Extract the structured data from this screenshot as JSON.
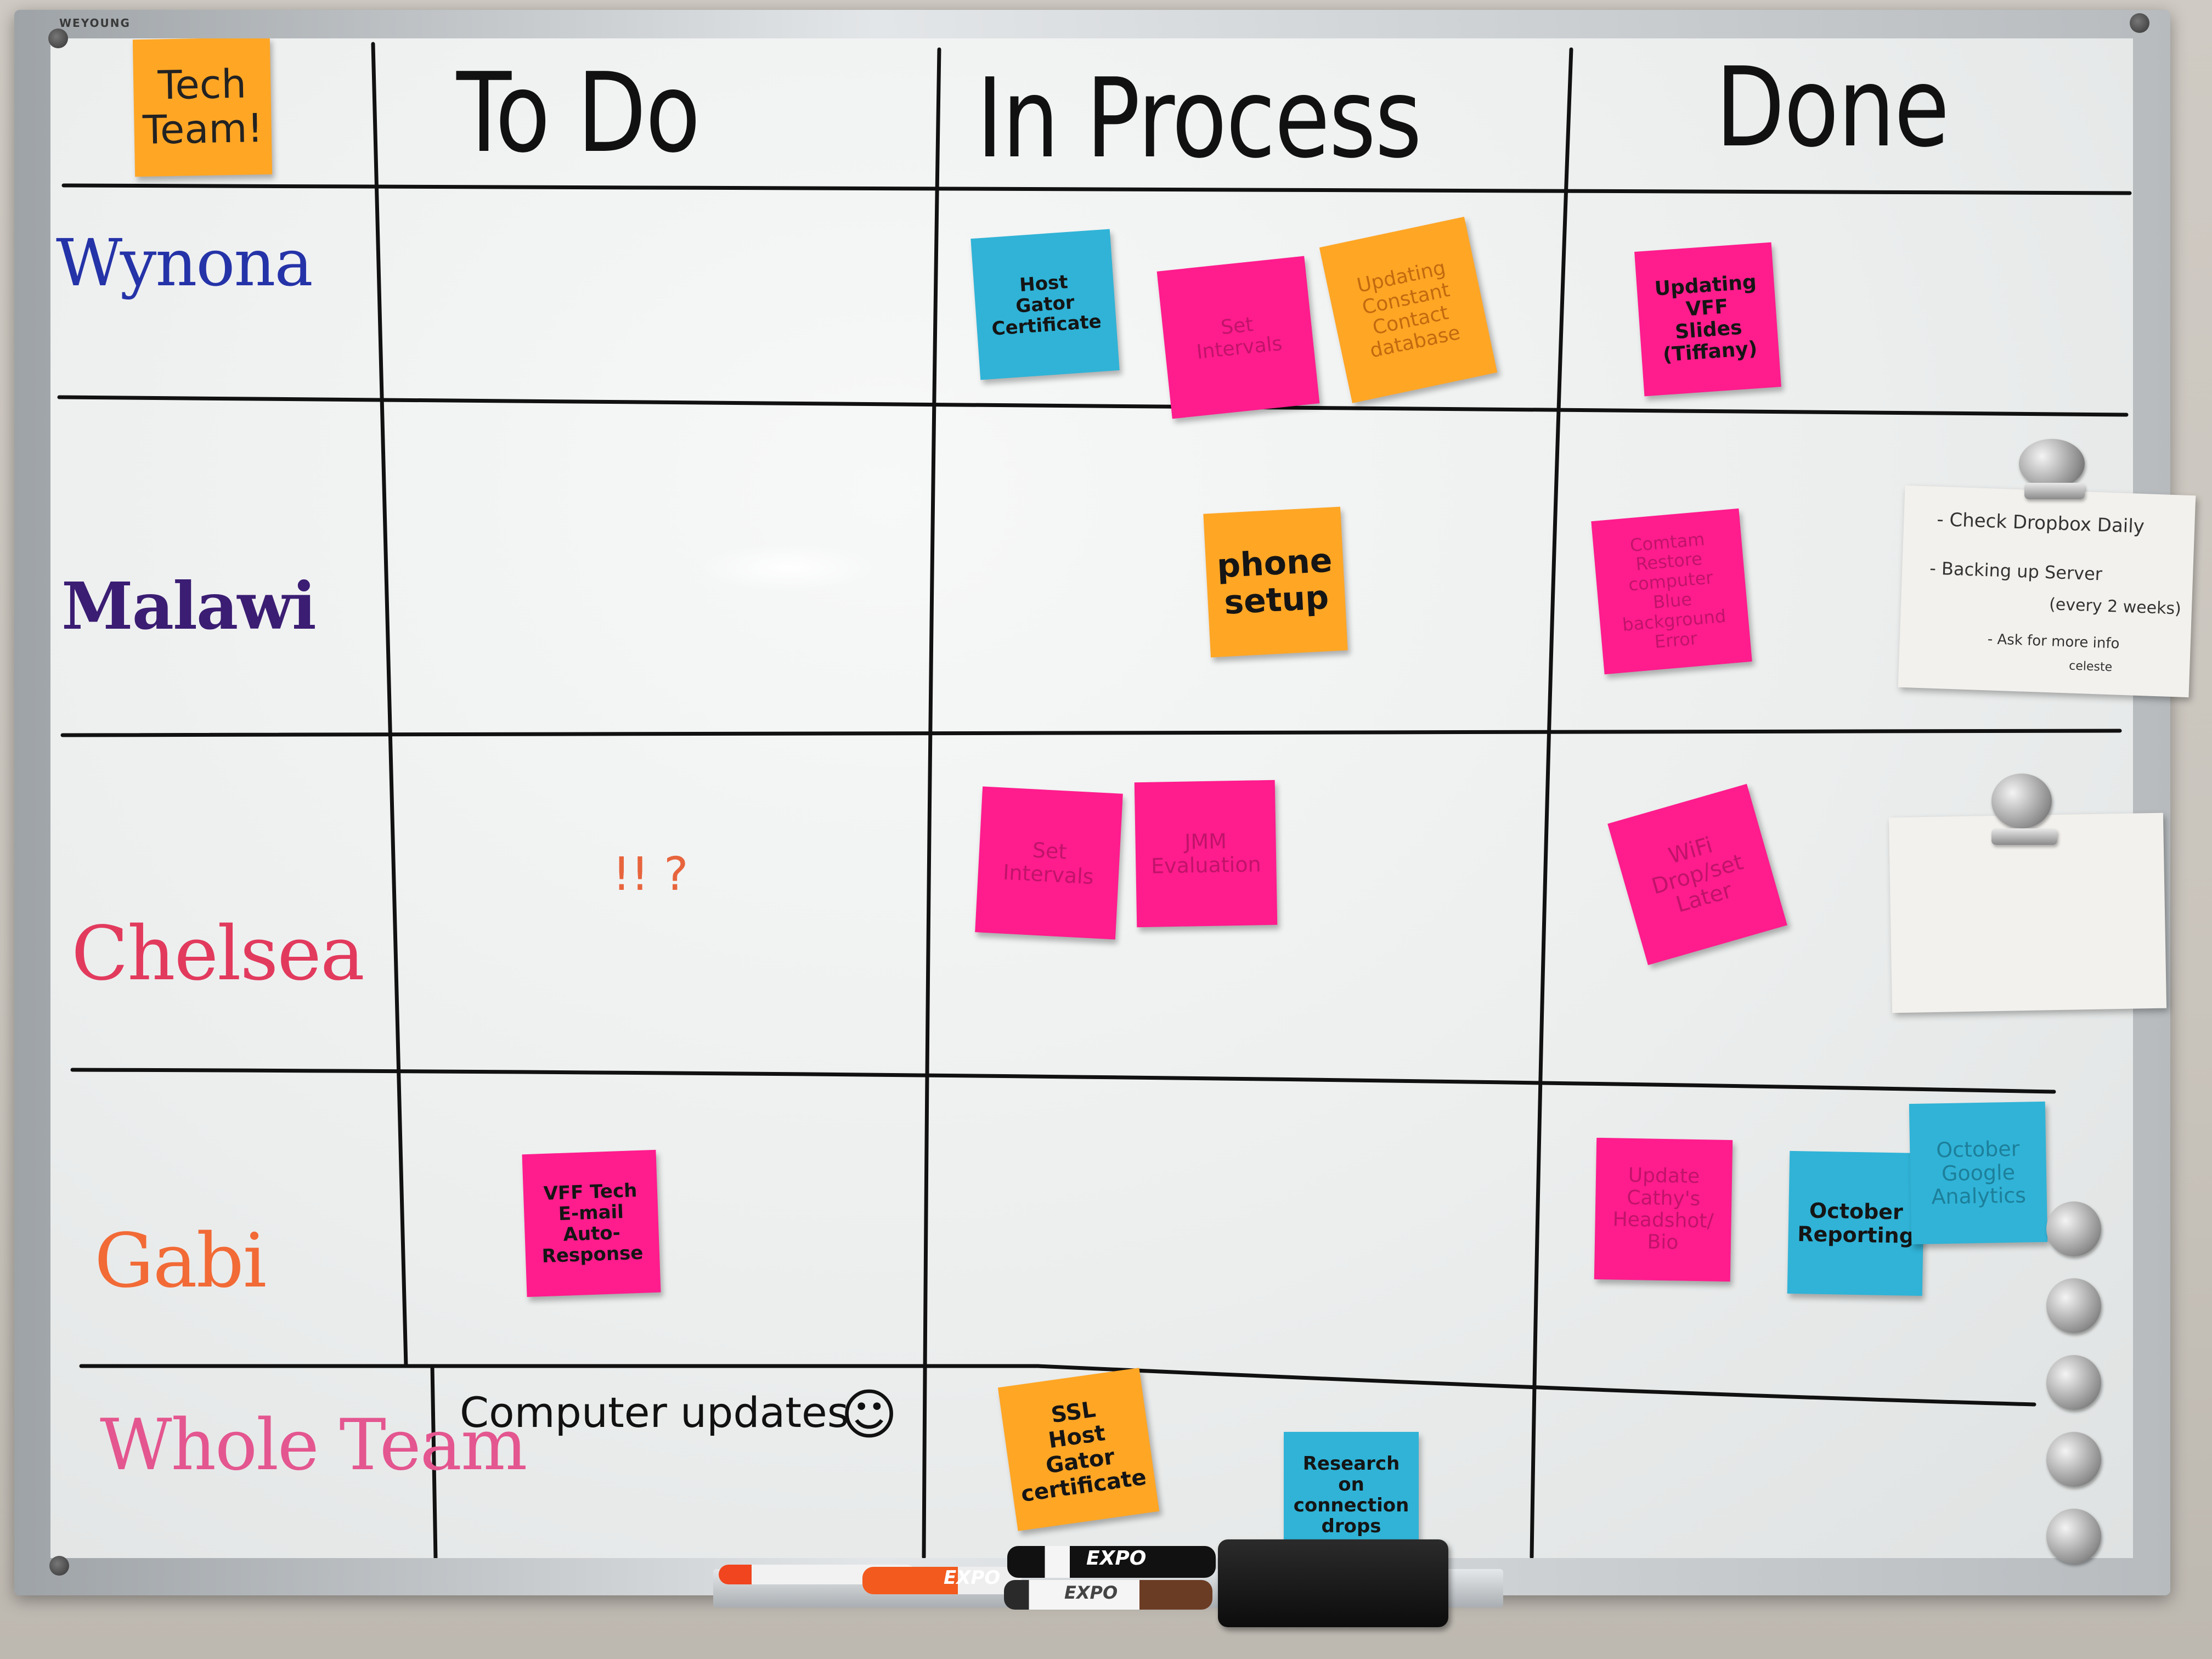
{
  "board": {
    "brand": "WEYOUNG",
    "team_note": "Tech\nTeam!",
    "columns": [
      "To Do",
      "In Process",
      "Done"
    ],
    "rows": [
      {
        "name": "Wynona",
        "color": "#2533a8"
      },
      {
        "name": "Malawi",
        "color": "#3b1d73"
      },
      {
        "name": "Chelsea",
        "color": "#e23a5d"
      },
      {
        "name": "Gabi",
        "color": "#f26a36"
      },
      {
        "name": "Whole Team",
        "color": "#e4568f"
      }
    ]
  },
  "notes": {
    "host_gator": "Host\nGator\nCertificate",
    "set_intervals_w": "Set\nIntervals",
    "updating_contact": "Updating\nConstant\nContact\ndatabase",
    "updating_vff": "Updating\nVFF\nSlides\n(Tiffany)",
    "phone_setup": "phone\nsetup",
    "comtam": "Comtam\nRestore computer\nBlue background\nError",
    "set_intervals_c": "Set\nIntervals",
    "jmm": "JMM\nEvaluation",
    "wifi": "WiFi\nDrop/set\nLater",
    "vff_tech": "VFF Tech\nE-mail\nAuto-Response",
    "update_cathy": "Update\nCathy's\nHeadshot/\nBio",
    "october_reporting": "October\nReporting",
    "october_analytics": "October\nGoogle\nAnalytics",
    "ssl": "SSL\nHost Gator\ncertificate",
    "research": "Research on\nconnection\ndrops"
  },
  "written": {
    "smiley_q": "!! ?",
    "computer_updates": "Computer updates",
    "smile": "☺"
  },
  "card1": {
    "line1": "- Check Dropbox Daily",
    "line2": "- Backing up Server",
    "line3": "(every 2 weeks)",
    "line4": "- Ask for more info",
    "line5": "celeste"
  },
  "markers": {
    "m1": "EXPO",
    "m2": "EXPO",
    "m3": "EXPO"
  }
}
